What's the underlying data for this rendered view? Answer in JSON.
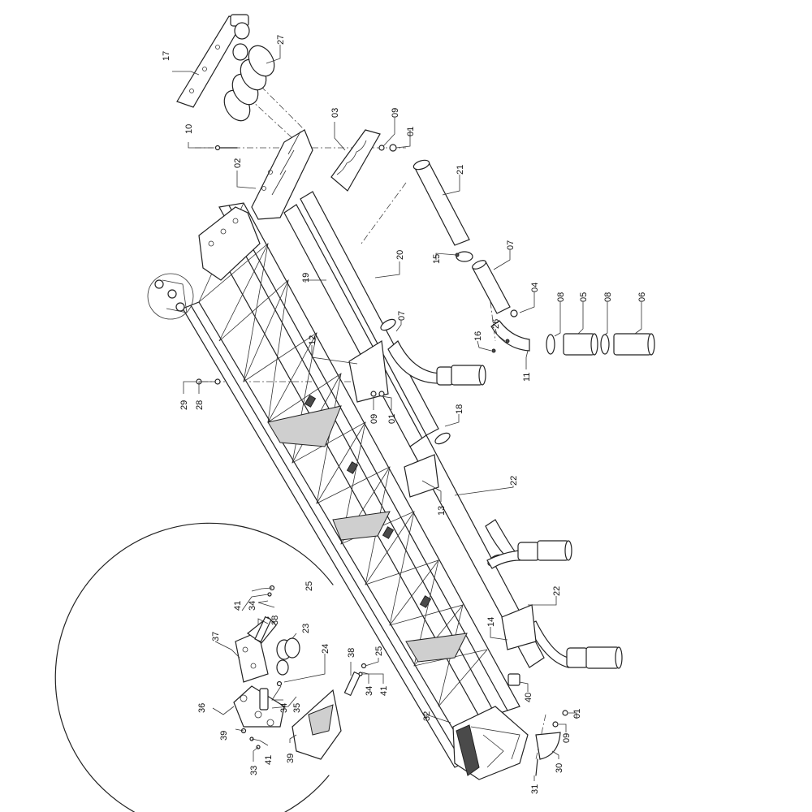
{
  "callouts": [
    {
      "id": "c17",
      "text": "17"
    },
    {
      "id": "c27",
      "text": "27"
    },
    {
      "id": "c10",
      "text": "10"
    },
    {
      "id": "c03",
      "text": "03"
    },
    {
      "id": "c09a",
      "text": "09"
    },
    {
      "id": "c01a",
      "text": "01"
    },
    {
      "id": "c02",
      "text": "02"
    },
    {
      "id": "c21",
      "text": "21"
    },
    {
      "id": "c20",
      "text": "20"
    },
    {
      "id": "c19",
      "text": "19"
    },
    {
      "id": "c15",
      "text": "15"
    },
    {
      "id": "c07a",
      "text": "07"
    },
    {
      "id": "c07b",
      "text": "07"
    },
    {
      "id": "c04",
      "text": "04"
    },
    {
      "id": "c08a",
      "text": "08"
    },
    {
      "id": "c05",
      "text": "05"
    },
    {
      "id": "c08b",
      "text": "08"
    },
    {
      "id": "c06",
      "text": "06"
    },
    {
      "id": "c26",
      "text": "26"
    },
    {
      "id": "c16",
      "text": "16"
    },
    {
      "id": "c11",
      "text": "11"
    },
    {
      "id": "c12",
      "text": "12"
    },
    {
      "id": "c29",
      "text": "29"
    },
    {
      "id": "c28",
      "text": "28"
    },
    {
      "id": "c09b",
      "text": "09"
    },
    {
      "id": "c01b",
      "text": "01"
    },
    {
      "id": "c18",
      "text": "18"
    },
    {
      "id": "c22a",
      "text": "22"
    },
    {
      "id": "c13",
      "text": "13"
    },
    {
      "id": "c22b",
      "text": "22"
    },
    {
      "id": "c14",
      "text": "14"
    },
    {
      "id": "c40",
      "text": "40"
    },
    {
      "id": "c01c",
      "text": "01"
    },
    {
      "id": "c09c",
      "text": "09"
    },
    {
      "id": "c30",
      "text": "30"
    },
    {
      "id": "c31",
      "text": "31"
    },
    {
      "id": "c32",
      "text": "32"
    },
    {
      "id": "c25a",
      "text": "25"
    },
    {
      "id": "c41a",
      "text": "41"
    },
    {
      "id": "c34a",
      "text": "34"
    },
    {
      "id": "c38a",
      "text": "38"
    },
    {
      "id": "c37",
      "text": "37"
    },
    {
      "id": "c23",
      "text": "23"
    },
    {
      "id": "c24",
      "text": "24"
    },
    {
      "id": "c38b",
      "text": "38"
    },
    {
      "id": "c25b",
      "text": "25"
    },
    {
      "id": "c34b",
      "text": "34"
    },
    {
      "id": "c41b",
      "text": "41"
    },
    {
      "id": "c34c",
      "text": "34"
    },
    {
      "id": "c36",
      "text": "36"
    },
    {
      "id": "c35",
      "text": "35"
    },
    {
      "id": "c39a",
      "text": "39"
    },
    {
      "id": "c41c",
      "text": "41"
    },
    {
      "id": "c33",
      "text": "33"
    },
    {
      "id": "c39b",
      "text": "39"
    }
  ]
}
